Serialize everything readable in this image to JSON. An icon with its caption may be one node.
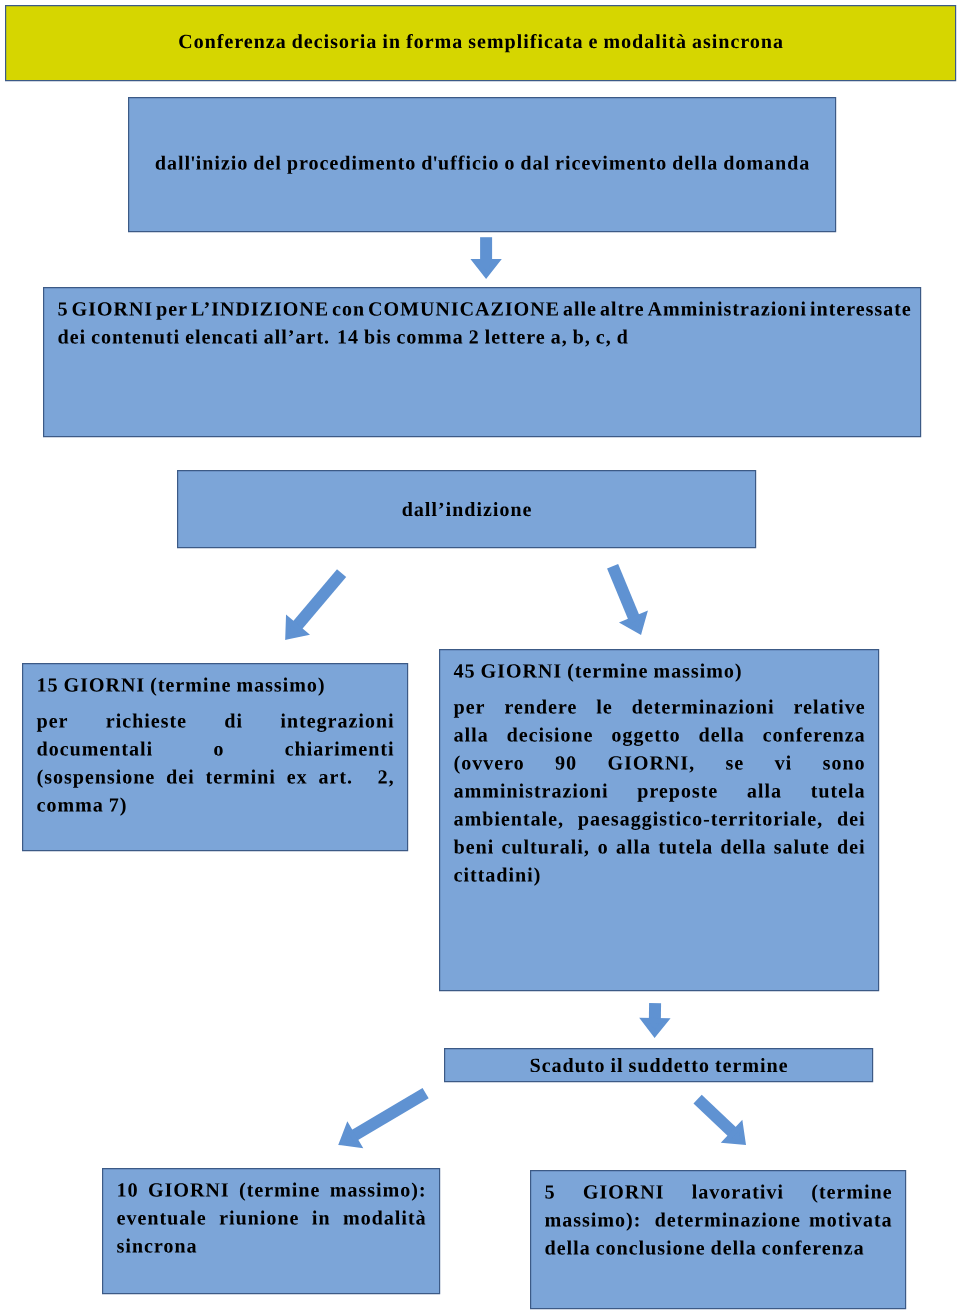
{
  "diagram": {
    "nodes": [
      {
        "text": [
          "Conferenza decisoria in forma semplificata e modalità asincrona"
        ]
      },
      {
        "text": [
          "dall'inizio del procedimento d'ufficio o dal ricevimento della domanda"
        ]
      },
      {
        "text": [
          "5 GIORNI per L’INDIZIONE con COMUNICAZIONE alle altre Amministrazioni interessate dei contenuti elencati all’art. 14 bis comma 2 lettere a, b, c, d"
        ]
      },
      {
        "text": [
          "dall’indizione"
        ]
      },
      {
        "text": [
          "15 GIORNI (termine massimo)",
          "per richieste di integrazioni documentali o chiarimenti (sospensione dei termini ex art. 2, comma 7)"
        ]
      },
      {
        "text": [
          "45 GIORNI (termine massimo)",
          "per rendere le determinazioni relative alla decisione oggetto della conferenza (ovvero 90 GIORNI, se vi sono amministrazioni preposte alla tutela ambientale, paesaggistico-territoriale, dei beni culturali, o alla tutela della salute dei cittadini)"
        ]
      },
      {
        "text": [
          "Scaduto il suddetto termine"
        ]
      },
      {
        "text": [
          "10 GIORNI (termine massimo): eventuale riunione in modalità sincrona"
        ]
      },
      {
        "text": [
          "5 GIORNI lavorativi (termine massimo): determinazione motivata della conclusione della conferenza"
        ]
      }
    ],
    "edges": [
      {
        "from": 1,
        "to": 2,
        "arrow": "to"
      },
      {
        "from": 3,
        "to": 4,
        "arrow": "to"
      },
      {
        "from": 3,
        "to": 5,
        "arrow": "to"
      },
      {
        "from": 5,
        "to": 6,
        "arrow": "to"
      },
      {
        "from": 6,
        "to": 7,
        "arrow": "to"
      },
      {
        "from": 6,
        "to": 8,
        "arrow": "to"
      }
    ]
  }
}
